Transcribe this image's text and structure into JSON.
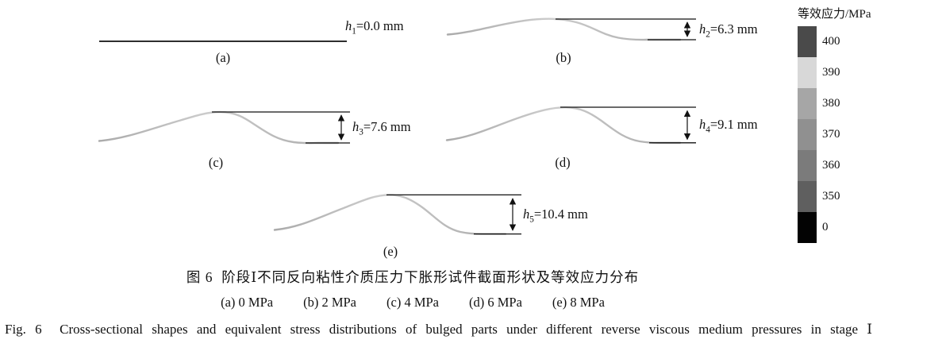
{
  "figure": {
    "subfigures": [
      {
        "id": "(a)",
        "pressure": "0 MPa",
        "h_var": "h",
        "h_sub": "1",
        "h_rest": "=0.0 mm"
      },
      {
        "id": "(b)",
        "pressure": "2 MPa",
        "h_var": "h",
        "h_sub": "2",
        "h_rest": "=6.3 mm"
      },
      {
        "id": "(c)",
        "pressure": "4 MPa",
        "h_var": "h",
        "h_sub": "3",
        "h_rest": "=7.6 mm"
      },
      {
        "id": "(d)",
        "pressure": "6 MPa",
        "h_var": "h",
        "h_sub": "4",
        "h_rest": "=9.1 mm"
      },
      {
        "id": "(e)",
        "pressure": "8 MPa",
        "h_var": "h",
        "h_sub": "5",
        "h_rest": "=10.4 mm"
      }
    ]
  },
  "colorbar": {
    "title": "等效应力/MPa",
    "blocks": [
      {
        "label": "400",
        "color": "#4a4a4a"
      },
      {
        "label": "390",
        "color": "#d8d8d8"
      },
      {
        "label": "380",
        "color": "#a6a6a6"
      },
      {
        "label": "370",
        "color": "#909090"
      },
      {
        "label": "360",
        "color": "#7b7b7b"
      },
      {
        "label": "350",
        "color": "#5f5f5f"
      },
      {
        "label": "0",
        "color": "#030303"
      }
    ]
  },
  "captions": {
    "chinese": "图 6  阶段Ⅰ不同反向粘性介质压力下胀形试件截面形状及等效应力分布",
    "pressures": [
      "(a) 0 MPa",
      "(b) 2 MPa",
      "(c) 4 MPa",
      "(d) 6 MPa",
      "(e) 8 MPa"
    ],
    "english": "Fig. 6  Cross-sectional shapes and equivalent stress distributions of bulged parts under different reverse viscous medium pressures in stage Ⅰ"
  },
  "chart_data": {
    "type": "line",
    "title": "阶段Ⅰ不同反向粘性介质压力下胀形试件截面形状及等效应力分布",
    "colorbar": {
      "label": "等效应力/MPa",
      "ticks": [
        400,
        390,
        380,
        370,
        360,
        350,
        0
      ]
    },
    "series": [
      {
        "subfigure": "a",
        "reverse_pressure_MPa": 0,
        "bulge_height_mm": 0.0
      },
      {
        "subfigure": "b",
        "reverse_pressure_MPa": 2,
        "bulge_height_mm": 6.3
      },
      {
        "subfigure": "c",
        "reverse_pressure_MPa": 4,
        "bulge_height_mm": 7.6
      },
      {
        "subfigure": "d",
        "reverse_pressure_MPa": 6,
        "bulge_height_mm": 9.1
      },
      {
        "subfigure": "e",
        "reverse_pressure_MPa": 8,
        "bulge_height_mm": 10.4
      }
    ]
  }
}
